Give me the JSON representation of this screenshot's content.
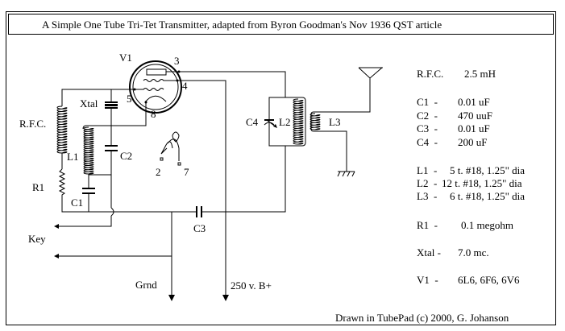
{
  "title": "A Simple One Tube Tri-Tet Transmitter, adapted from Byron Goodman's Nov 1936 QST article",
  "credit": "Drawn in TubePad (c) 2000, G. Johanson",
  "labels": {
    "tube": "V1",
    "pin3": "3",
    "pin4": "4",
    "pin5": "5",
    "pin8": "8",
    "heater_pin2": "2",
    "heater_pin7": "7",
    "xtal": "Xtal",
    "rfc": "R.F.C.",
    "l1": "L1",
    "c2": "C2",
    "r1": "R1",
    "c1": "C1",
    "c3": "C3",
    "c4": "C4",
    "l2": "L2",
    "l3": "L3",
    "key": "Key",
    "grnd": "Grnd",
    "bplus": "250 v. B+"
  },
  "parts_list": [
    {
      "ref": "R.F.C.",
      "value": "2.5 mH"
    },
    {
      "ref": "C1  -",
      "value": "0.01 uF"
    },
    {
      "ref": "C2  -",
      "value": "470 uuF"
    },
    {
      "ref": "C3  -",
      "value": "0.01 uF"
    },
    {
      "ref": "C4  -",
      "value": "200 uF"
    },
    {
      "ref": "L1  -",
      "value": "5 t. #18, 1.25\" dia"
    },
    {
      "ref": "L2  -",
      "value": "12 t. #18, 1.25\" dia"
    },
    {
      "ref": "L3  -",
      "value": "6 t. #18, 1.25\" dia"
    },
    {
      "ref": "R1  -",
      "value": "0.1 megohm"
    },
    {
      "ref": "Xtal -",
      "value": "7.0 mc."
    },
    {
      "ref": "V1  -",
      "value": "6L6, 6F6, 6V6"
    }
  ]
}
